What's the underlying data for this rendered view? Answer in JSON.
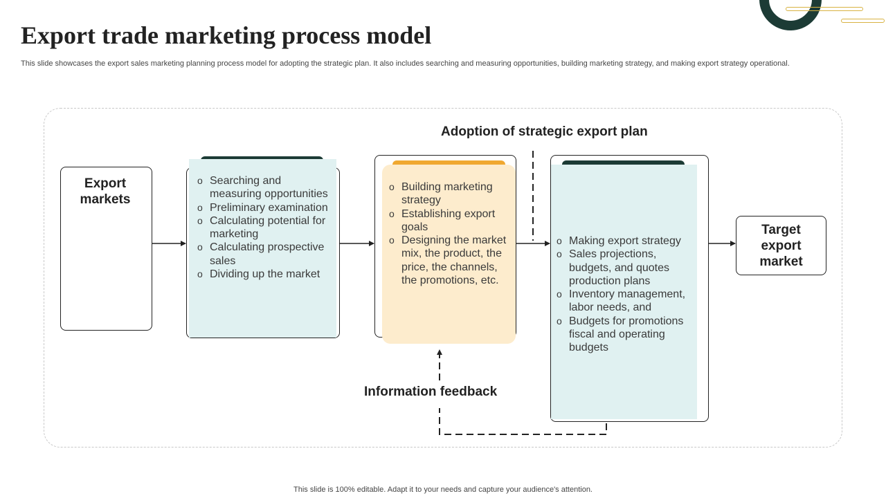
{
  "header": {
    "title": "Export trade marketing process model",
    "subtitle": "This slide showcases the export sales marketing planning process model for adopting the strategic plan. It also includes searching and measuring opportunities, building marketing strategy, and making export strategy operational."
  },
  "diagram": {
    "adoption_label": "Adoption of strategic export plan",
    "feedback_label": "Information feedback",
    "start_node": "Export markets",
    "end_node": "Target export market",
    "stage1": {
      "color": "#1c3b35",
      "items": [
        "Searching and measuring opportunities",
        "Preliminary examination",
        "Calculating potential for marketing",
        "Calculating prospective sales",
        "Dividing up the market"
      ]
    },
    "stage2": {
      "color": "#f0a830",
      "items": [
        "Building marketing strategy",
        "Establishing export goals",
        "Designing the market mix, the product, the price, the channels, the promotions, etc."
      ]
    },
    "stage3": {
      "color": "#1c3b35",
      "items": [
        "Making export strategy",
        "Sales projections, budgets, and quotes production plans",
        "Inventory management, labor needs, and",
        "Budgets for promotions fiscal and operating budgets"
      ]
    },
    "bullet_glyph": "o"
  },
  "footer": {
    "text": "This slide is 100% editable. Adapt it to your needs and capture your audience's attention."
  }
}
